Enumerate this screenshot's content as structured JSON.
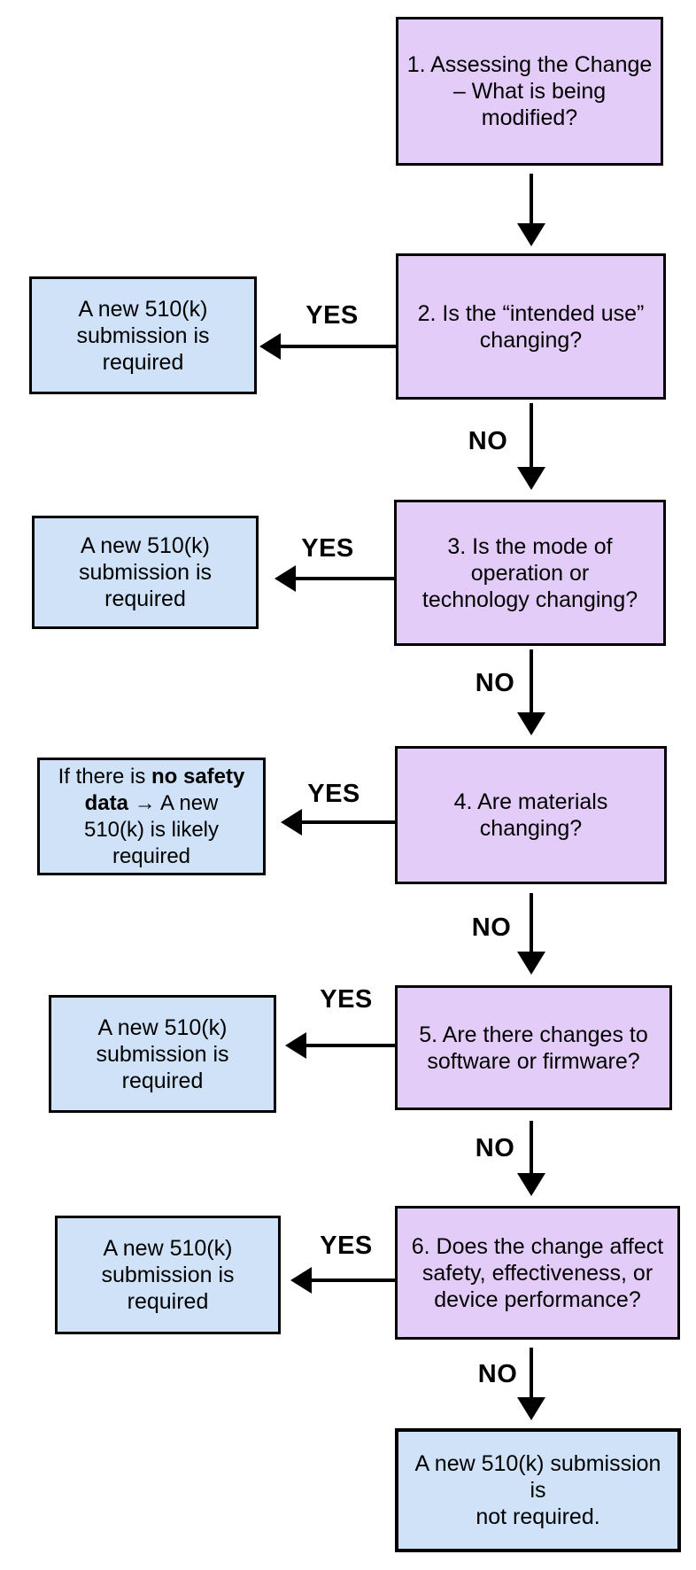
{
  "labels": {
    "yes": "YES",
    "no": "NO"
  },
  "colors": {
    "question_fill": "#e3ccf8",
    "result_fill": "#cfe2f8",
    "border": "#000000",
    "text": "#000000",
    "background": "#ffffff"
  },
  "nodes": {
    "step1": {
      "lines": [
        "1. Assessing the Change",
        "– What is being",
        "modified?"
      ]
    },
    "q2": {
      "lines": [
        "2. Is the “intended use”",
        "changing?"
      ]
    },
    "q3": {
      "lines": [
        "3. Is the mode of",
        "operation or",
        "technology changing?"
      ]
    },
    "q4": {
      "lines": [
        "4. Are materials",
        "changing?"
      ]
    },
    "q5": {
      "lines": [
        "5. Are there changes to",
        "software or firmware?"
      ]
    },
    "q6": {
      "lines": [
        "6. Does the change affect",
        "safety, effectiveness, or",
        "device performance?"
      ]
    },
    "result2": {
      "lines": [
        "A new 510(k)",
        "submission is",
        "required"
      ]
    },
    "result3": {
      "lines": [
        "A new 510(k)",
        "submission is",
        "required"
      ]
    },
    "result4": {
      "lines": [
        "If there is **no safety**",
        "**data** → A new",
        "510(k) is likely",
        "required"
      ]
    },
    "result5": {
      "lines": [
        "A new 510(k)",
        "submission is",
        "required"
      ]
    },
    "result6": {
      "lines": [
        "A new 510(k)",
        "submission is",
        "required"
      ]
    },
    "final": {
      "lines": [
        "A new 510(k) submission",
        "is",
        "not required."
      ]
    }
  }
}
